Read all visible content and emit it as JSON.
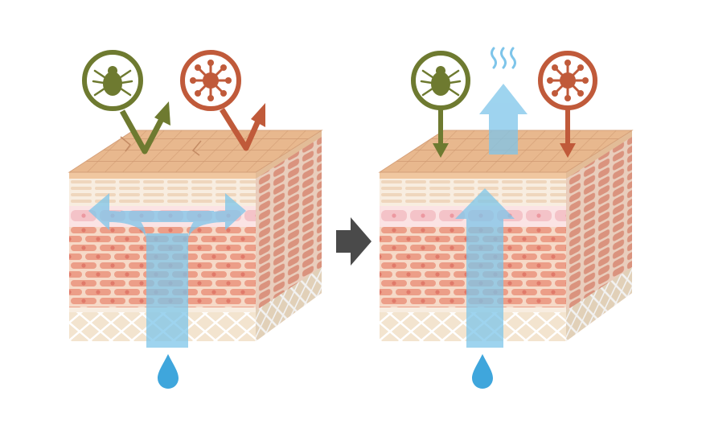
{
  "diagram": {
    "panels": [
      {
        "id": "damaged-skin",
        "barrier": "broken",
        "moisture": "escapes-sideways",
        "intruders": "reflected"
      },
      {
        "id": "healthy-skin",
        "barrier": "intact",
        "moisture": "retained",
        "intruders": "blocked"
      }
    ],
    "icons": [
      "mite-icon",
      "germ-icon",
      "water-drop-icon",
      "transition-arrow-icon",
      "evaporation-waves-icon"
    ],
    "colors": {
      "background": "#ffffff",
      "surface": "#e8b88e",
      "surface_grid": "#d09a72",
      "cell_wall": "#f6d9c7",
      "cell": "#ec9e88",
      "cell_nucleus": "#e07a6a",
      "pink_cell": "#f4c3c8",
      "lattice": "#f3e4cf",
      "lattice_line": "#ffffff",
      "moisture_arrow": "#7ec5ea",
      "mite": "#6e7a30",
      "germ": "#c05a3a",
      "drop": "#3fa6dc",
      "transition_arrow": "#4a4a4a"
    }
  }
}
